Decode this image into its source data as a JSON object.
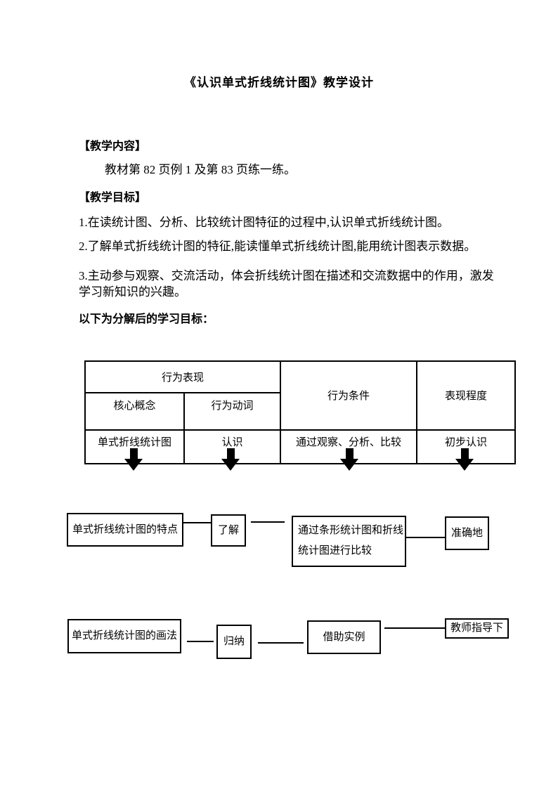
{
  "doc": {
    "title": "《认识单式折线统计图》教学设计",
    "content_header": "【教学内容】",
    "content_body": "教材第 82 页例 1 及第 83 页练一练。",
    "goals_header": "【教学目标】",
    "goal_1": "1.在读统计图、分析、比较统计图特征的过程中,认识单式折线统计图。",
    "goal_2": "2.了解单式折线统计图的特征,能读懂单式折线统计图,能用统计图表示数据。",
    "goal_3": "3.主动参与观察、交流活动，体会折线统计图在描述和交流数据中的作用，激发学习新知识的兴趣。",
    "decomposed_label": "以下为分解后的学习目标："
  },
  "table": {
    "behavior_performance": "行为表现",
    "behavior_condition": "行为条件",
    "performance_degree": "表现程度",
    "core_concept": "核心概念",
    "behavior_verb": "行为动词",
    "row": [
      "单式折线统计图",
      "认识",
      "通过观察、分析、比较",
      "初步认识"
    ]
  },
  "flowchart": {
    "row1": {
      "box1": "单式折线统计图的特点",
      "box2": "了解",
      "box3": "通过条形统计图和折线统计图进行比较",
      "box4": "准确地"
    },
    "row2": {
      "box1": "单式折线统计图的画法",
      "box2": "归纳",
      "box3": "借助实例",
      "box4": "教师指导下"
    }
  },
  "colors": {
    "ink": "#000000",
    "paper": "#ffffff"
  }
}
